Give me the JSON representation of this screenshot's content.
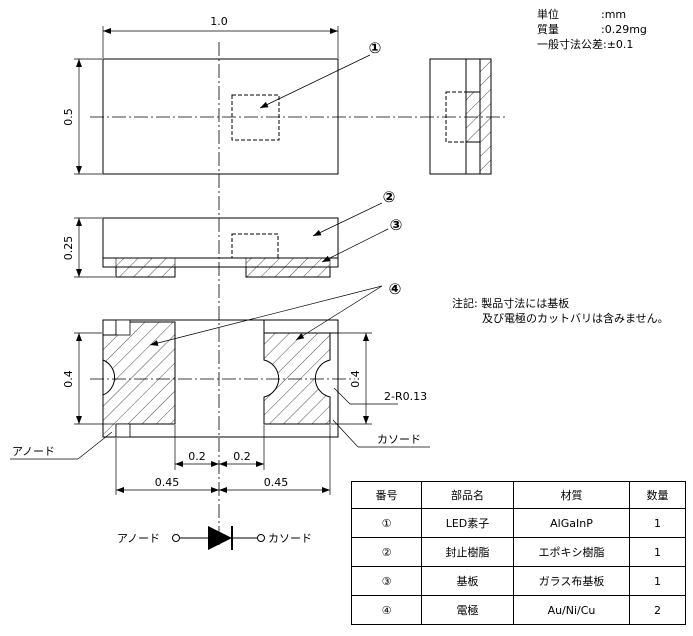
{
  "spec": {
    "unit_label": "単位",
    "unit_value": ":mm",
    "mass_label": "質量",
    "mass_value": ":0.29mg",
    "tolerance_label": "一般寸法公差",
    "tolerance_value": ":±0.1"
  },
  "note": {
    "line1": "注記: 製品寸法には基板",
    "line2": "及び電極のカットバリは含みません。"
  },
  "dims": {
    "length": "1.0",
    "width": "0.5",
    "height": "0.25",
    "pad_height_left": "0.4",
    "pad_height_right": "0.4",
    "gap_left": "0.2",
    "gap_right": "0.2",
    "pitch_left": "0.45",
    "pitch_right": "0.45",
    "radius": "2-R0.13"
  },
  "callouts": [
    "①",
    "②",
    "③",
    "④"
  ],
  "labels": {
    "anode": "アノード",
    "cathode": "カソード",
    "symbol_anode": "アノード",
    "symbol_cathode": "カソード"
  },
  "table": {
    "headers": [
      "番号",
      "部品名",
      "材質",
      "数量"
    ],
    "rows": [
      [
        "①",
        "LED素子",
        "AlGaInP",
        "1"
      ],
      [
        "②",
        "封止樹脂",
        "エポキシ樹脂",
        "1"
      ],
      [
        "③",
        "基板",
        "ガラス布基板",
        "1"
      ],
      [
        "④",
        "電極",
        "Au/Ni/Cu",
        "2"
      ]
    ]
  }
}
